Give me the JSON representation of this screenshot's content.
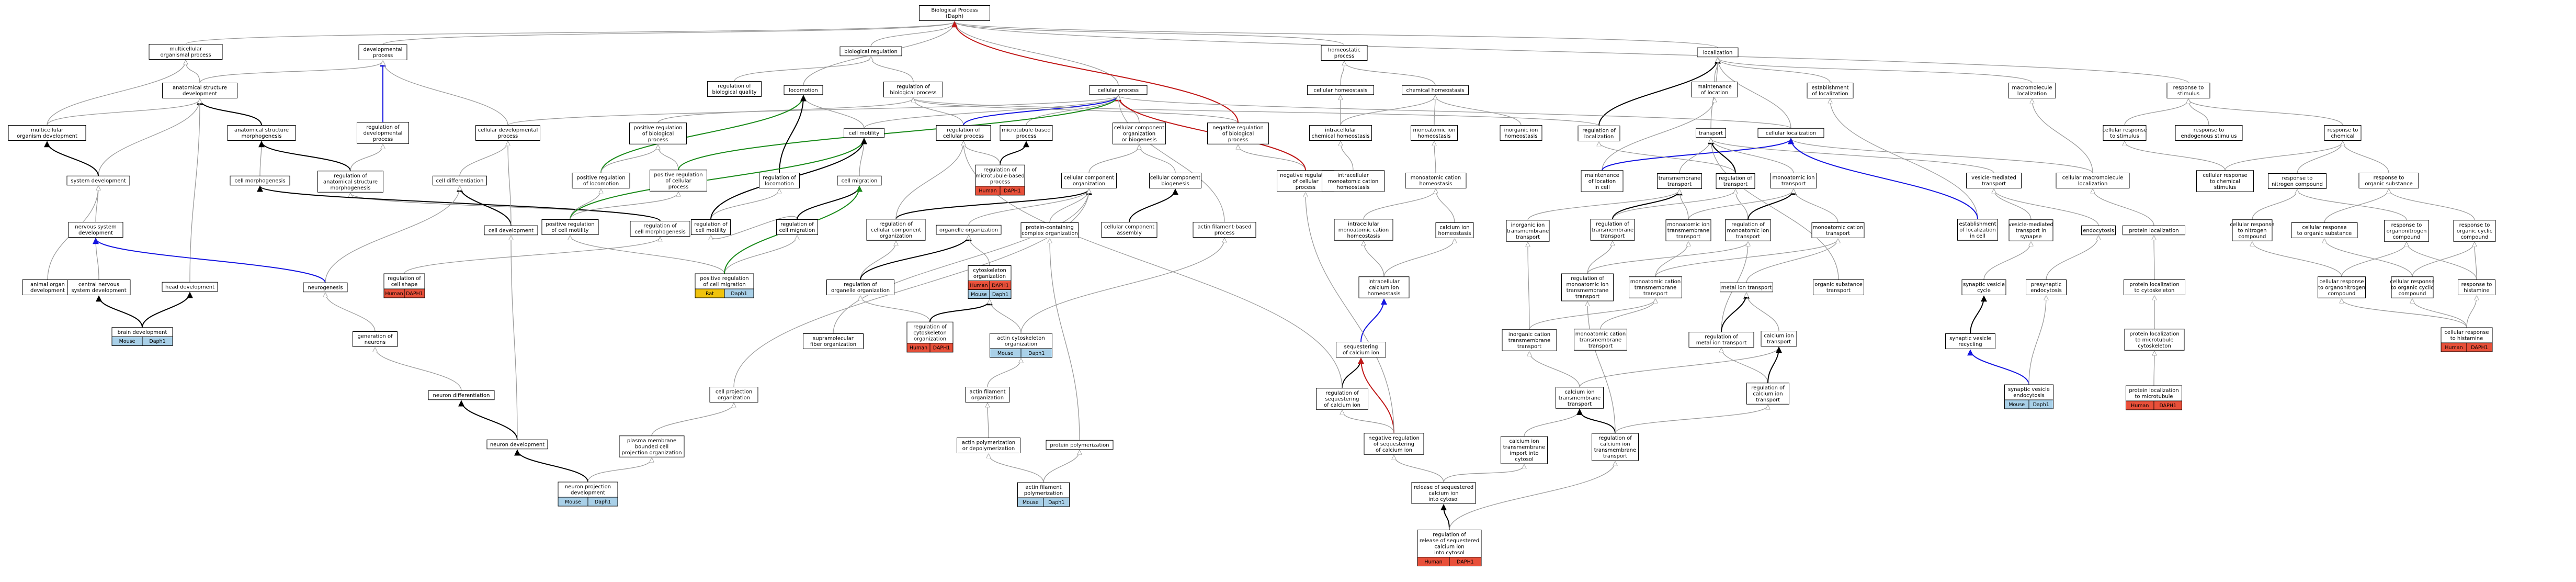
{
  "diagram": {
    "colors": {
      "node_border": "#000000",
      "node_fill": "#ffffff",
      "edge_default": "#9a9a9a",
      "edge_part_of": "#000000",
      "edge_positive": "#1a8a1a",
      "edge_negative": "#c01818",
      "edge_regulates": "#1515e0",
      "tag_human": "#e8503a",
      "tag_mouse": "#a9d0e8",
      "tag_rat": "#f0c30d",
      "tag_daph": "#a9d0e8"
    },
    "nodes": [
      {
        "id": "bp",
        "lines": [
          "Biological Process",
          "(Daph)"
        ]
      },
      {
        "id": "multi_org",
        "lines": [
          "multicellular",
          "organismal process"
        ]
      },
      {
        "id": "dev_proc",
        "lines": [
          "developmental",
          "process"
        ]
      },
      {
        "id": "bio_reg",
        "lines": [
          "biological regulation"
        ]
      },
      {
        "id": "homeo_proc",
        "lines": [
          "homeostatic",
          "process"
        ]
      },
      {
        "id": "localization",
        "lines": [
          "localization"
        ]
      },
      {
        "id": "anat_dev",
        "lines": [
          "anatomical structure",
          "development"
        ]
      },
      {
        "id": "reg_bio_qual",
        "lines": [
          "regulation of",
          "biological quality"
        ]
      },
      {
        "id": "locomotion",
        "lines": [
          "locomotion"
        ]
      },
      {
        "id": "reg_bio_proc",
        "lines": [
          "regulation of",
          "biological process"
        ]
      },
      {
        "id": "cell_proc",
        "lines": [
          "cellular process"
        ]
      },
      {
        "id": "cell_homeo",
        "lines": [
          "cellular homeostasis"
        ]
      },
      {
        "id": "chem_homeo",
        "lines": [
          "chemical homeostasis"
        ]
      },
      {
        "id": "maint_loc",
        "lines": [
          "maintenance",
          "of location"
        ]
      },
      {
        "id": "est_loc",
        "lines": [
          "establishment",
          "of localization"
        ]
      },
      {
        "id": "macro_loc",
        "lines": [
          "macromolecule",
          "localization"
        ]
      },
      {
        "id": "resp_stim",
        "lines": [
          "response to",
          "stimulus"
        ]
      },
      {
        "id": "multi_org_dev",
        "lines": [
          "multicellular",
          "organism development"
        ]
      },
      {
        "id": "anat_morph",
        "lines": [
          "anatomical structure",
          "morphogenesis"
        ]
      },
      {
        "id": "reg_dev_proc",
        "lines": [
          "regulation of",
          "developmental",
          "process"
        ]
      },
      {
        "id": "cell_dev_proc",
        "lines": [
          "cellular developmental",
          "process"
        ]
      },
      {
        "id": "pos_reg_bio",
        "lines": [
          "positive regulation",
          "of biological",
          "process"
        ]
      },
      {
        "id": "cell_motility",
        "lines": [
          "cell motility"
        ]
      },
      {
        "id": "reg_cell_proc",
        "lines": [
          "regulation of",
          "cellular process"
        ]
      },
      {
        "id": "mt_proc",
        "lines": [
          "microtubule-based",
          "process"
        ]
      },
      {
        "id": "cc_org_bio",
        "lines": [
          "cellular component",
          "organization",
          "or biogenesis"
        ]
      },
      {
        "id": "neg_reg_bio",
        "lines": [
          "negative regulation",
          "of biological",
          "process"
        ]
      },
      {
        "id": "intra_chem_homeo",
        "lines": [
          "intracellular",
          "chemical homeostasis"
        ]
      },
      {
        "id": "monoatomic_ion_homeo",
        "lines": [
          "monoatomic ion",
          "homeostasis"
        ]
      },
      {
        "id": "inorg_ion_homeo",
        "lines": [
          "inorganic ion",
          "homeostasis"
        ]
      },
      {
        "id": "reg_loc",
        "lines": [
          "regulation of",
          "localization"
        ]
      },
      {
        "id": "transport",
        "lines": [
          "transport"
        ]
      },
      {
        "id": "cell_loc",
        "lines": [
          "cellular localization"
        ]
      },
      {
        "id": "cell_resp_stim",
        "lines": [
          "cellular response",
          "to stimulus"
        ]
      },
      {
        "id": "resp_endo",
        "lines": [
          "response to",
          "endogenous stimulus"
        ]
      },
      {
        "id": "resp_chem",
        "lines": [
          "response to",
          "chemical"
        ]
      },
      {
        "id": "sys_dev",
        "lines": [
          "system development"
        ]
      },
      {
        "id": "cell_morph",
        "lines": [
          "cell morphogenesis"
        ]
      },
      {
        "id": "reg_anat_morph",
        "lines": [
          "regulation of",
          "anatomical structure",
          "morphogenesis"
        ]
      },
      {
        "id": "cell_diff",
        "lines": [
          "cell differentiation"
        ]
      },
      {
        "id": "pos_reg_loco",
        "lines": [
          "positive regulation",
          "of locomotion"
        ]
      },
      {
        "id": "pos_reg_cell",
        "lines": [
          "positive regulation",
          "of cellular",
          "process"
        ]
      },
      {
        "id": "reg_loco",
        "lines": [
          "regulation of",
          "locomotion"
        ]
      },
      {
        "id": "cell_migration",
        "lines": [
          "cell migration"
        ]
      },
      {
        "id": "reg_mt",
        "lines": [
          "regulation of",
          "microtubule-based",
          "process"
        ],
        "tags": [
          "Human",
          "DAPH1"
        ]
      },
      {
        "id": "cc_org",
        "lines": [
          "cellular component",
          "organization"
        ]
      },
      {
        "id": "cc_bio",
        "lines": [
          "cellular component",
          "biogenesis"
        ]
      },
      {
        "id": "neg_reg_cell",
        "lines": [
          "negative regulation",
          "of cellular",
          "process"
        ]
      },
      {
        "id": "intra_mono_cation",
        "lines": [
          "intracellular",
          "monoatomic cation",
          "homeostasis"
        ]
      },
      {
        "id": "mono_cation_homeo",
        "lines": [
          "monoatomic cation",
          "homeostasis"
        ]
      },
      {
        "id": "maint_loc_cell",
        "lines": [
          "maintenance",
          "of location",
          "in cell"
        ]
      },
      {
        "id": "transmem_transport",
        "lines": [
          "transmembrane",
          "transport"
        ]
      },
      {
        "id": "reg_transport",
        "lines": [
          "regulation of",
          "transport"
        ]
      },
      {
        "id": "mono_ion_transport",
        "lines": [
          "monoatomic ion",
          "transport"
        ]
      },
      {
        "id": "vesicle_transport",
        "lines": [
          "vesicle-mediated",
          "transport"
        ]
      },
      {
        "id": "cell_macro_loc",
        "lines": [
          "cellular macromolecule",
          "localization"
        ]
      },
      {
        "id": "cell_resp_chem",
        "lines": [
          "cellular response",
          "to chemical",
          "stimulus"
        ]
      },
      {
        "id": "resp_nitrogen",
        "lines": [
          "response to",
          "nitrogen compound"
        ]
      },
      {
        "id": "resp_org_sub",
        "lines": [
          "response to",
          "organic substance"
        ]
      },
      {
        "id": "nerv_sys_dev",
        "lines": [
          "nervous system",
          "development"
        ]
      },
      {
        "id": "reg_cell_morph",
        "lines": [
          "regulation of",
          "cell morphogenesis"
        ]
      },
      {
        "id": "cell_dev",
        "lines": [
          "cell development"
        ]
      },
      {
        "id": "pos_reg_motility",
        "lines": [
          "positive regulation",
          "of cell motility"
        ]
      },
      {
        "id": "reg_motility",
        "lines": [
          "regulation of",
          "cell motility"
        ]
      },
      {
        "id": "reg_migration",
        "lines": [
          "regulation of",
          "cell migration"
        ]
      },
      {
        "id": "reg_cc_org",
        "lines": [
          "regulation of",
          "cellular component",
          "organization"
        ]
      },
      {
        "id": "organelle_org",
        "lines": [
          "organelle organization"
        ]
      },
      {
        "id": "protein_complex_org",
        "lines": [
          "protein-containing",
          "complex organization"
        ]
      },
      {
        "id": "cc_assembly",
        "lines": [
          "cellular component",
          "assembly"
        ]
      },
      {
        "id": "actin_fil_proc",
        "lines": [
          "actin filament-based",
          "process"
        ]
      },
      {
        "id": "intra_mono_cation2",
        "lines": [
          "intracellular",
          "monoatomic cation",
          "homeostasis"
        ]
      },
      {
        "id": "calcium_ion_homeo",
        "lines": [
          "calcium ion",
          "homeostasis"
        ]
      },
      {
        "id": "inorg_ion_tm",
        "lines": [
          "inorganic ion",
          "transmembrane",
          "transport"
        ]
      },
      {
        "id": "reg_tm_transport",
        "lines": [
          "regulation of",
          "transmembrane",
          "transport"
        ]
      },
      {
        "id": "mono_ion_tm",
        "lines": [
          "monoatomic ion",
          "transmembrane",
          "transport"
        ]
      },
      {
        "id": "reg_mono_ion",
        "lines": [
          "regulation of",
          "monoatomic ion",
          "transport"
        ]
      },
      {
        "id": "mono_cation_transport",
        "lines": [
          "monoatomic cation",
          "transport"
        ]
      },
      {
        "id": "est_loc_cell",
        "lines": [
          "establishment",
          "of localization",
          "in cell"
        ]
      },
      {
        "id": "vesicle_synapse",
        "lines": [
          "vesicle-mediated",
          "transport in",
          "synapse"
        ]
      },
      {
        "id": "endocytosis",
        "lines": [
          "endocytosis"
        ]
      },
      {
        "id": "protein_loc",
        "lines": [
          "protein localization"
        ]
      },
      {
        "id": "cell_resp_nitro",
        "lines": [
          "cellular response",
          "to nitrogen",
          "compound"
        ]
      },
      {
        "id": "cell_resp_org_sub",
        "lines": [
          "cellular response",
          "to organic substance"
        ]
      },
      {
        "id": "resp_organonitrogen",
        "lines": [
          "response to",
          "organonitrogen",
          "compound"
        ]
      },
      {
        "id": "resp_organic_cyclic",
        "lines": [
          "response to",
          "organic cyclic",
          "compound"
        ]
      },
      {
        "id": "animal_organ_dev",
        "lines": [
          "animal organ",
          "development"
        ]
      },
      {
        "id": "cns_dev",
        "lines": [
          "central nervous",
          "system development"
        ]
      },
      {
        "id": "head_dev",
        "lines": [
          "head development"
        ]
      },
      {
        "id": "reg_cell_shape",
        "lines": [
          "regulation of",
          "cell shape"
        ],
        "tags": [
          "Human",
          "DAPH1"
        ]
      },
      {
        "id": "neurogenesis",
        "lines": [
          "neurogenesis"
        ]
      },
      {
        "id": "pos_reg_migration",
        "lines": [
          "positive regulation",
          "of cell migration"
        ],
        "tags": [
          "Rat",
          "Daph1"
        ]
      },
      {
        "id": "reg_organelle_org",
        "lines": [
          "regulation of",
          "organelle organization"
        ]
      },
      {
        "id": "cytoskeleton_org",
        "lines": [
          "cytoskeleton",
          "organization"
        ],
        "tags": [
          "Human",
          "DAPH1"
        ],
        "tags2": [
          "Mouse",
          "Daph1"
        ]
      },
      {
        "id": "intra_calcium",
        "lines": [
          "intracellular",
          "calcium ion",
          "homeostasis"
        ]
      },
      {
        "id": "reg_mono_ion_tm",
        "lines": [
          "regulation of",
          "monoatomic ion",
          "transmembrane",
          "transport"
        ]
      },
      {
        "id": "mono_cation_tm",
        "lines": [
          "monoatomic cation",
          "transmembrane",
          "transport"
        ]
      },
      {
        "id": "metal_ion_transport",
        "lines": [
          "metal ion transport"
        ]
      },
      {
        "id": "organic_sub_transport",
        "lines": [
          "organic substance",
          "transport"
        ]
      },
      {
        "id": "synaptic_vesicle_cycle",
        "lines": [
          "synaptic vesicle",
          "cycle"
        ]
      },
      {
        "id": "presyn_endo",
        "lines": [
          "presynaptic",
          "endocytosis"
        ]
      },
      {
        "id": "protein_loc_cyto",
        "lines": [
          "protein localization",
          "to cytoskeleton"
        ]
      },
      {
        "id": "cell_resp_organonitrogen",
        "lines": [
          "cellular response",
          "to organonitrogen",
          "compound"
        ]
      },
      {
        "id": "cell_resp_organic_cyclic",
        "lines": [
          "cellular response",
          "to organic cyclic",
          "compound"
        ]
      },
      {
        "id": "resp_histamine",
        "lines": [
          "response to",
          "histamine"
        ]
      },
      {
        "id": "brain_dev",
        "lines": [
          "brain development"
        ],
        "tags": [
          "Mouse",
          "Daph1"
        ]
      },
      {
        "id": "gen_neurons",
        "lines": [
          "generation of",
          "neurons"
        ]
      },
      {
        "id": "supramol_fiber",
        "lines": [
          "supramolecular",
          "fiber organization"
        ]
      },
      {
        "id": "reg_cytoskeleton_org",
        "lines": [
          "regulation of",
          "cytoskeleton",
          "organization"
        ],
        "tags": [
          "Human",
          "DAPH1"
        ]
      },
      {
        "id": "actin_cyto_org",
        "lines": [
          "actin cytoskeleton",
          "organization"
        ],
        "tags": [
          "Mouse",
          "Daph1"
        ]
      },
      {
        "id": "seq_calcium",
        "lines": [
          "sequestering",
          "of calcium ion"
        ]
      },
      {
        "id": "mono_cation_tm2",
        "lines": [
          "monoatomic cation",
          "transmembrane",
          "transport"
        ]
      },
      {
        "id": "reg_metal_ion",
        "lines": [
          "regulation of",
          "metal ion transport"
        ]
      },
      {
        "id": "calcium_ion_transport",
        "lines": [
          "calcium ion",
          "transport"
        ]
      },
      {
        "id": "inorg_cation_tm",
        "lines": [
          "inorganic cation",
          "transmembrane",
          "transport"
        ]
      },
      {
        "id": "syn_vesicle_recycling",
        "lines": [
          "synaptic vesicle",
          "recycling"
        ]
      },
      {
        "id": "protein_loc_mt",
        "lines": [
          "protein localization",
          "to microtubule",
          "cytoskeleton"
        ]
      },
      {
        "id": "cell_resp_histamine",
        "lines": [
          "cellular response",
          "to histamine"
        ],
        "tags": [
          "Human",
          "DAPH1"
        ]
      },
      {
        "id": "neuron_diff",
        "lines": [
          "neuron differentiation"
        ]
      },
      {
        "id": "cell_proj_org",
        "lines": [
          "cell projection",
          "organization"
        ]
      },
      {
        "id": "actin_fil_org",
        "lines": [
          "actin filament",
          "organization"
        ]
      },
      {
        "id": "reg_seq_calcium",
        "lines": [
          "regulation of",
          "sequestering",
          "of calcium ion"
        ]
      },
      {
        "id": "calcium_tm",
        "lines": [
          "calcium ion",
          "transmembrane",
          "transport"
        ]
      },
      {
        "id": "reg_calcium_transport",
        "lines": [
          "regulation of",
          "calcium ion",
          "transport"
        ]
      },
      {
        "id": "syn_vesicle_endo",
        "lines": [
          "synaptic vesicle",
          "endocytosis"
        ],
        "tags": [
          "Mouse",
          "Daph1"
        ]
      },
      {
        "id": "protein_loc_microtubule",
        "lines": [
          "protein localization",
          "to microtubule"
        ],
        "tags": [
          "Human",
          "DAPH1"
        ]
      },
      {
        "id": "neuron_dev",
        "lines": [
          "neuron development"
        ]
      },
      {
        "id": "plasma_mem_proj",
        "lines": [
          "plasma membrane",
          "bounded cell",
          "projection organization"
        ]
      },
      {
        "id": "actin_poly_depoly",
        "lines": [
          "actin polymerization",
          "or depolymerization"
        ]
      },
      {
        "id": "protein_poly",
        "lines": [
          "protein polymerization"
        ]
      },
      {
        "id": "neg_reg_seq_calcium",
        "lines": [
          "negative regulation",
          "of sequestering",
          "of calcium ion"
        ]
      },
      {
        "id": "calcium_tm_import",
        "lines": [
          "calcium ion",
          "transmembrane",
          "import into",
          "cytosol"
        ]
      },
      {
        "id": "reg_calcium_tm",
        "lines": [
          "regulation of",
          "calcium ion",
          "transmembrane",
          "transport"
        ]
      },
      {
        "id": "neuron_proj_dev",
        "lines": [
          "neuron projection",
          "development"
        ],
        "tags": [
          "Mouse",
          "Daph1"
        ]
      },
      {
        "id": "actin_fil_poly",
        "lines": [
          "actin filament",
          "polymerization"
        ],
        "tags": [
          "Mouse",
          "Daph1"
        ]
      },
      {
        "id": "release_seq_calcium",
        "lines": [
          "release of sequestered",
          "calcium ion",
          "into cytosol"
        ]
      },
      {
        "id": "reg_release_seq_calcium",
        "lines": [
          "regulation of",
          "release of sequestered",
          "calcium ion",
          "into cytosol"
        ],
        "tags": [
          "Human",
          "DAPH1"
        ]
      }
    ]
  }
}
